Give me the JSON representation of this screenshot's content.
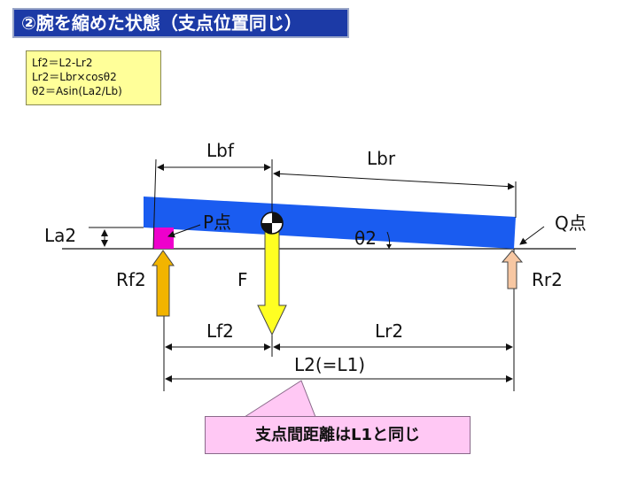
{
  "title": "②腕を縮めた状態（支点位置同じ）",
  "formulas": [
    "Lf2＝L2-Lr2",
    "Lr2＝Lbr×cosθ2",
    "θ2＝Asin(La2/Lb)"
  ],
  "labels": {
    "lbf": "Lbf",
    "lbr": "Lbr",
    "la2": "La2",
    "p_point": "P点",
    "q_point": "Q点",
    "theta2": "θ2",
    "rf2": "Rf2",
    "f": "F",
    "rr2": "Rr2",
    "lf2": "Lf2",
    "lr2": "Lr2",
    "l2": "L2(=L1)"
  },
  "note": "支点間距離はL1と同じ",
  "colors": {
    "title_bg": "#1c3aa6",
    "beam": "#1a5cf0",
    "front_support": "#ee00cc",
    "rf2_arrow": "#f2b400",
    "f_arrow": "#ffff22",
    "rr2_arrow": "#f7c7a2",
    "formula_bg": "#ffff99",
    "note_bg": "#ffc8f4"
  }
}
